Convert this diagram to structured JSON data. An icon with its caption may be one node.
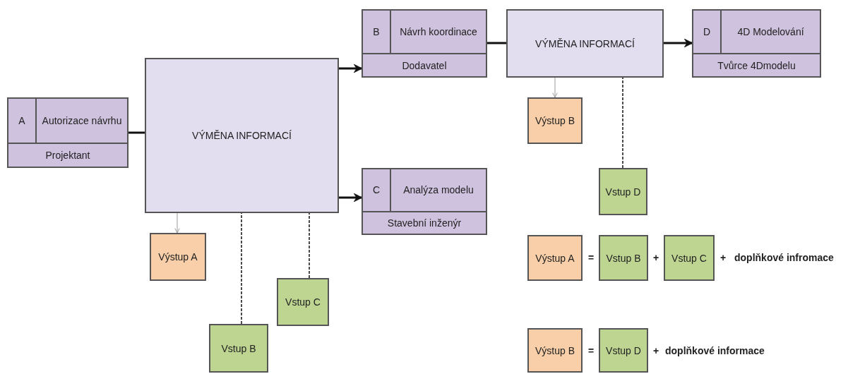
{
  "diagram": {
    "nodes": [
      {
        "text": [
          "A",
          "Autorizace návrhu",
          "Projektant"
        ]
      },
      {
        "text": [
          "VÝMĚNA INFORMACÍ"
        ]
      },
      {
        "text": [
          "B",
          "Návrh koordinace",
          "Dodavatel"
        ]
      },
      {
        "text": [
          "C",
          "Analýza modelu",
          "Stavební inženýr"
        ]
      },
      {
        "text": [
          "VÝMĚNA INFORMACÍ"
        ]
      },
      {
        "text": [
          "D",
          "4D Modelování",
          "Tvůrce 4Dmodelu"
        ]
      },
      {
        "text": [
          "Výstup A"
        ]
      },
      {
        "text": [
          "Vstup B"
        ]
      },
      {
        "text": [
          "Vstup C"
        ]
      },
      {
        "text": [
          "Výstup B"
        ]
      },
      {
        "text": [
          "Vstup D"
        ]
      },
      {
        "text": [
          "Výstup A"
        ]
      },
      {
        "text": [
          "Vstup B"
        ]
      },
      {
        "text": [
          "Vstup C"
        ]
      },
      {
        "text": [
          "Výstup B"
        ]
      },
      {
        "text": [
          "Vstup D"
        ]
      }
    ],
    "edges": [
      {
        "from": 0,
        "to": 1,
        "arrow": "none"
      },
      {
        "from": 1,
        "to": 2,
        "arrow": "to"
      },
      {
        "from": 1,
        "to": 3,
        "arrow": "to"
      },
      {
        "from": 2,
        "to": 4,
        "arrow": "none"
      },
      {
        "from": 4,
        "to": 5,
        "arrow": "to"
      },
      {
        "from": 1,
        "to": 6,
        "arrow": "to",
        "color": "#9a9a9a"
      },
      {
        "from": 7,
        "to": 1,
        "arrow": "none",
        "style": "dashed"
      },
      {
        "from": 8,
        "to": 1,
        "arrow": "none",
        "style": "dashed"
      },
      {
        "from": 4,
        "to": 9,
        "arrow": "to",
        "color": "#9a9a9a"
      },
      {
        "from": 10,
        "to": 4,
        "arrow": "none",
        "style": "dashed"
      }
    ],
    "labels": [
      "=",
      "+",
      "+",
      "doplňkové infromace",
      "=",
      "+",
      "doplňkové informace"
    ]
  }
}
